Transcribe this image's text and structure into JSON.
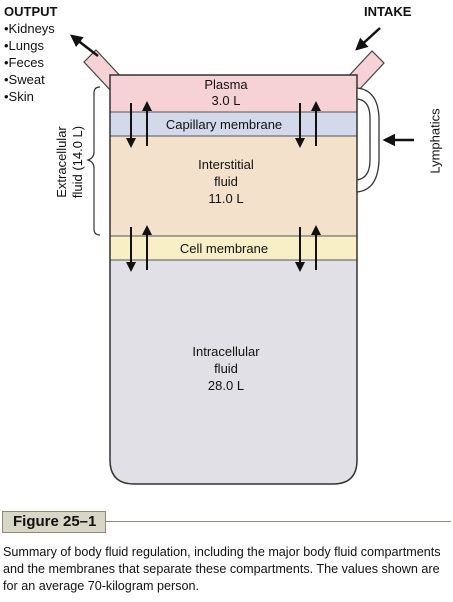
{
  "output": {
    "title": "OUTPUT",
    "items": [
      "•Kidneys",
      "•Lungs",
      "•Feces",
      "•Sweat",
      "•Skin"
    ]
  },
  "intake": {
    "title": "INTAKE"
  },
  "compartments": {
    "plasma": {
      "name": "Plasma",
      "volume": "3.0 L"
    },
    "capillary_membrane": "Capillary membrane",
    "interstitial": {
      "line1": "Interstitial",
      "line2": "fluid",
      "volume": "11.0 L"
    },
    "cell_membrane": "Cell membrane",
    "intracellular": {
      "line1": "Intracellular",
      "line2": "fluid",
      "volume": "28.0 L"
    }
  },
  "extracellular_label": {
    "line1": "Extracellular",
    "line2": "fluid (14.0 L)"
  },
  "lymphatics_label": "Lymphatics",
  "figure": {
    "label": "Figure 25–1",
    "caption": "Summary of body fluid regulation, including the major body fluid compartments and the membranes that separate these compartments. The values shown are for an average 70-kilogram person."
  },
  "colors": {
    "plasma": "#f6d2d6",
    "capillary_membrane": "#d3d9ea",
    "interstitial": "#f4e1cc",
    "cell_membrane": "#f8efc6",
    "intracellular": "#e1e0e6",
    "figure_label_bg": "#d8d6c4"
  }
}
